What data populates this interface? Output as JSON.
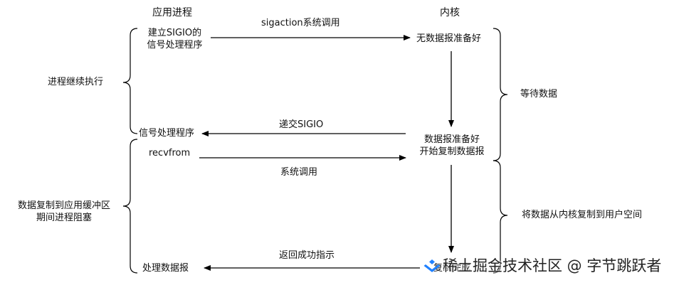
{
  "headers": {
    "app_process": "应用进程",
    "kernel": "内核"
  },
  "left_labels": {
    "continue_exec": "进程继续执行",
    "copy_block_line1": "数据复制到应用缓冲区",
    "copy_block_line2": "期间进程阻塞"
  },
  "app_steps": {
    "setup_line1": "建立SIGIO的",
    "setup_line2": "信号处理程序",
    "handler": "信号处理程序",
    "recvfrom": "recvfrom",
    "process_data": "处理数据报"
  },
  "kernel_steps": {
    "no_data": "无数据报准备好",
    "data_ready_line1": "数据报准备好",
    "data_ready_line2": "开始复制数据报",
    "copy_done": "复制完成"
  },
  "arrows": {
    "sigaction": "sigaction系统调用",
    "deliver_sigio": "递交SIGIO",
    "syscall": "系统调用",
    "return_ok": "返回成功指示"
  },
  "right_labels": {
    "wait_data": "等待数据",
    "copy_to_user": "将数据从内核复制到用户空间"
  },
  "watermark": {
    "text": "稀土掘金技术社区 @ 字节跳跃者"
  }
}
